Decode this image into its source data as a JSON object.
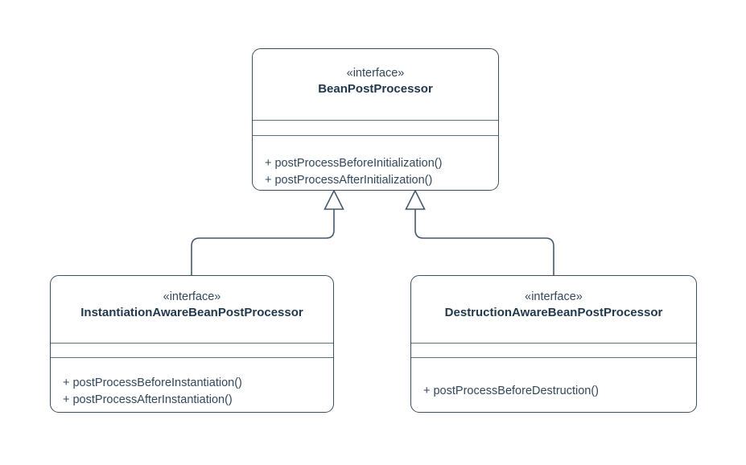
{
  "diagram": {
    "type": "uml-class-diagram",
    "background_color": "#ffffff",
    "border_color": "#3c4f60",
    "text_color": "#33475b",
    "separator_color": "#5a6f80",
    "connector_color": "#46596b"
  },
  "classes": {
    "top": {
      "stereotype": "«interface»",
      "name": "BeanPostProcessor",
      "attributes": [],
      "methods": [
        "+ postProcessBeforeInitialization()",
        "+ postProcessAfterInitialization()"
      ]
    },
    "bottom_left": {
      "stereotype": "«interface»",
      "name": "InstantiationAwareBeanPostProcessor",
      "attributes": [],
      "methods": [
        "+ postProcessBeforeInstantiation()",
        "+ postProcessAfterInstantiation()"
      ]
    },
    "bottom_right": {
      "stereotype": "«interface»",
      "name": "DestructionAwareBeanPostProcessor",
      "attributes": [],
      "methods": [
        "+ postProcessBeforeDestruction()"
      ]
    }
  },
  "relationships": [
    {
      "kind": "generalization",
      "label": "",
      "from": "InstantiationAwareBeanPostProcessor",
      "to": "BeanPostProcessor"
    },
    {
      "kind": "generalization",
      "label": "",
      "from": "DestructionAwareBeanPostProcessor",
      "to": "BeanPostProcessor"
    }
  ]
}
